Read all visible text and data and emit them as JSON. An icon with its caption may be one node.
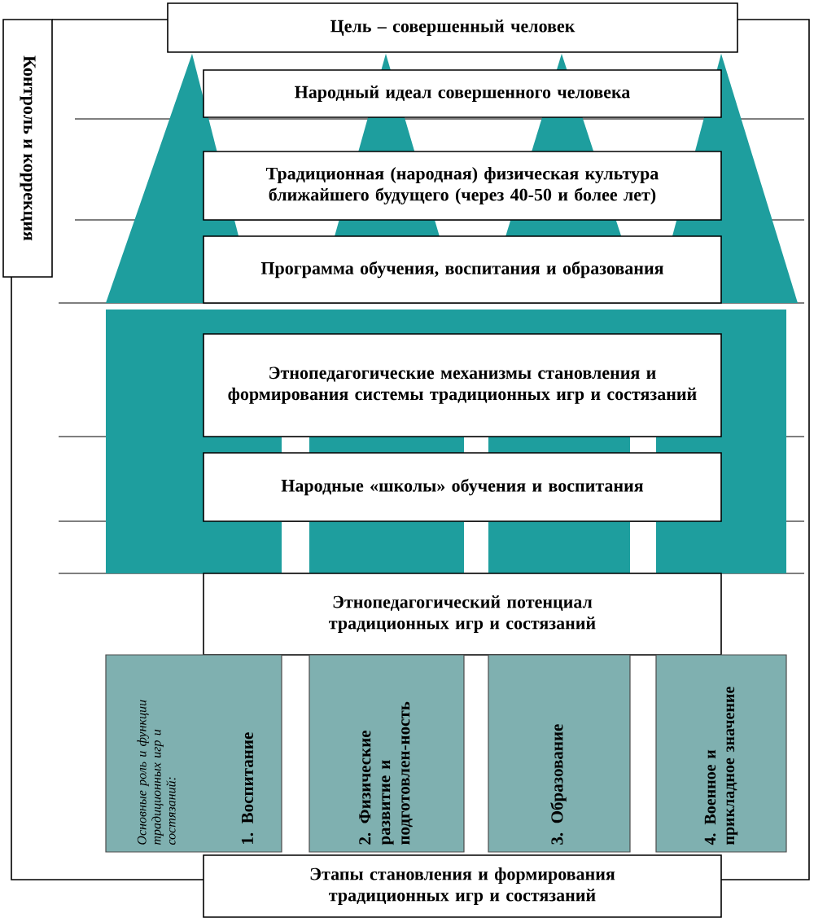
{
  "diagram": {
    "nodes": [
      {
        "text": [
          "Цель – совершенный человек"
        ]
      },
      {
        "text": [
          "Контроль и коррекция"
        ]
      },
      {
        "text": [
          "Народный идеал совершенного человека"
        ]
      },
      {
        "text": [
          "Традиционная (народная) физическая культура ближайшего будущего (через 40-50 и более лет)"
        ]
      },
      {
        "text": [
          "Программа обучения, воспитания и образования"
        ]
      },
      {
        "text": [
          "Этнопедагогические механизмы становления и формирования системы традиционных игр и состязаний"
        ]
      },
      {
        "text": [
          "Народные «школы» обучения и воспитания"
        ]
      },
      {
        "text": [
          "Этнопедагогический потенциал традиционных игр и состязаний"
        ]
      },
      {
        "text": [
          "Основные роль и функции традиционных игр и состязаний:",
          "1. Воспитание"
        ]
      },
      {
        "text": [
          "2. Физические развитие и подготовлен-ность"
        ]
      },
      {
        "text": [
          "3. Образование"
        ]
      },
      {
        "text": [
          "4. Военное и прикладное значение"
        ]
      },
      {
        "text": [
          "Этапы становления и формирования традиционных игр и состязаний"
        ]
      }
    ],
    "edges": [
      {
        "from": 1,
        "to": 0,
        "arrow": "none"
      },
      {
        "from": 1,
        "to": 12,
        "arrow": "none"
      },
      {
        "from": 12,
        "to": 0,
        "arrow": "none"
      }
    ]
  }
}
